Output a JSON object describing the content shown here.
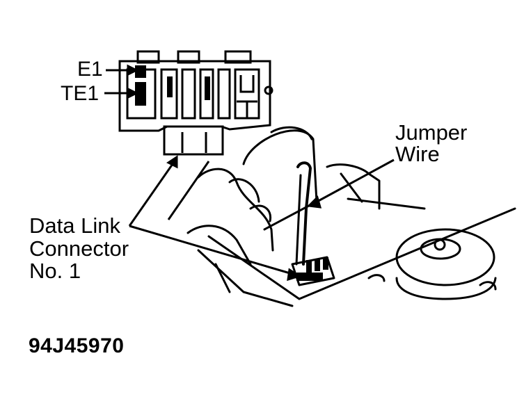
{
  "labels": {
    "e1": "E1",
    "te1": "TE1",
    "jumper_wire_line1": "Jumper",
    "jumper_wire_line2": "Wire",
    "dlc_line1": "Data Link",
    "dlc_line2": "Connector",
    "dlc_line3": "No. 1"
  },
  "figure_code": "94J45970",
  "colors": {
    "ink": "#000000",
    "paper": "#ffffff"
  }
}
